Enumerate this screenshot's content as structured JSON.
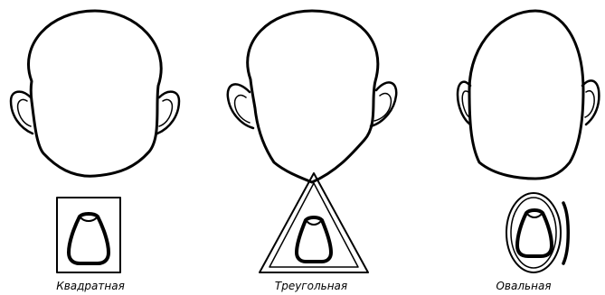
{
  "labels": {
    "square": "Квадратная",
    "triangle": "Треугольная",
    "oval": "Овальная"
  },
  "colors": {
    "stroke": "#000000",
    "background": "#ffffff"
  }
}
